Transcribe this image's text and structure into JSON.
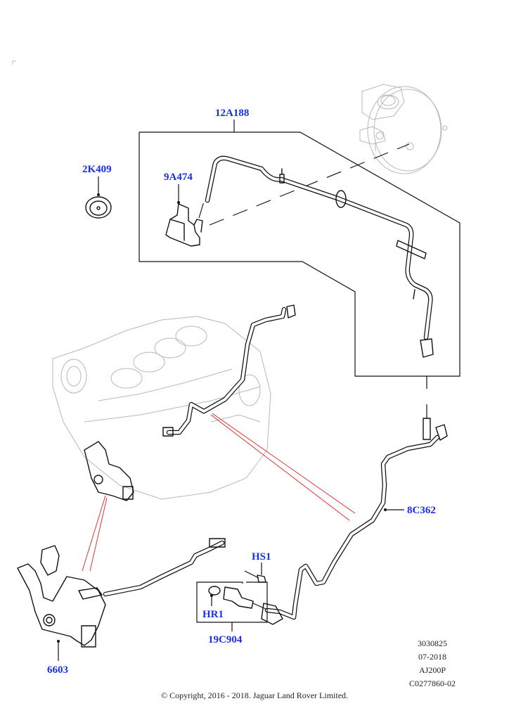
{
  "diagram": {
    "title": "Brake vacuum system - AJ200P engine",
    "accent_color": "#1a2ee8",
    "callouts": [
      {
        "id": "12A188",
        "label": "12A188"
      },
      {
        "id": "2K409",
        "label": "2K409"
      },
      {
        "id": "9A474",
        "label": "9A474"
      },
      {
        "id": "8C362",
        "label": "8C362"
      },
      {
        "id": "HS1",
        "label": "HS1"
      },
      {
        "id": "HR1",
        "label": "HR1"
      },
      {
        "id": "19C904",
        "label": "19C904"
      },
      {
        "id": "6603",
        "label": "6603"
      }
    ]
  },
  "footer": {
    "illustration_number": "3030825",
    "date": "07-2018",
    "engine_code": "AJ200P",
    "catalog_code": "C0277860-02",
    "copyright": "© Copyright, 2016 - 2018. Jaguar Land Rover Limited."
  }
}
